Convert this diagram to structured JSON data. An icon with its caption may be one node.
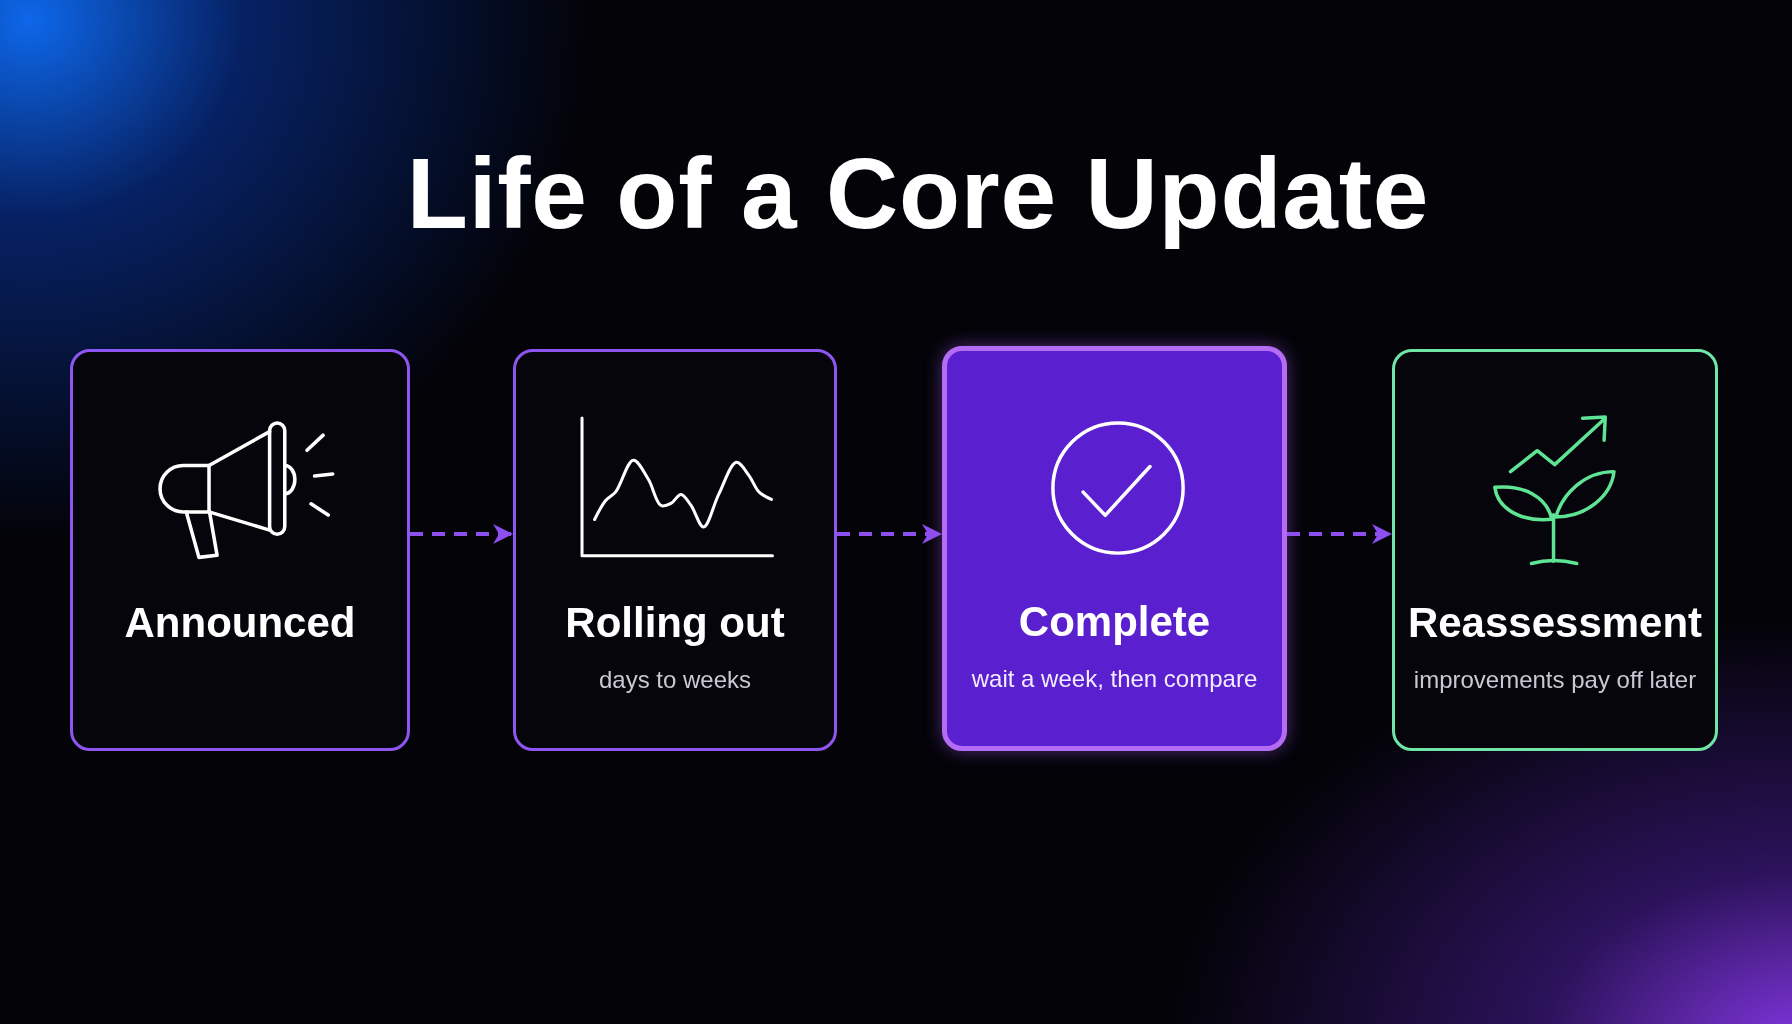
{
  "diagram": {
    "title": "Life of a Core Update",
    "nodes": [
      {
        "text": [
          "Announced"
        ]
      },
      {
        "text": [
          "Rolling out",
          "days to weeks"
        ]
      },
      {
        "text": [
          "Complete",
          "wait a week, then compare"
        ]
      },
      {
        "text": [
          "Reassessment",
          "improvements pay off later"
        ]
      }
    ],
    "edges": [
      {
        "from": 0,
        "to": 1,
        "arrow": "to",
        "style": "dashed"
      },
      {
        "from": 1,
        "to": 2,
        "arrow": "to",
        "style": "dashed"
      },
      {
        "from": 2,
        "to": 3,
        "arrow": "to",
        "style": "dashed"
      }
    ]
  }
}
